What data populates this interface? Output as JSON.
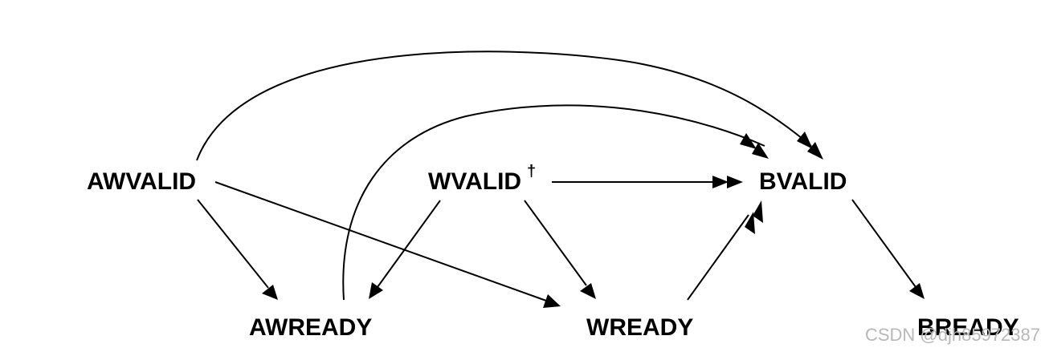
{
  "diagram": {
    "nodes": {
      "awvalid": "AWVALID",
      "awready": "AWREADY",
      "wvalid": "WVALID",
      "wvalid_sup": "†",
      "wready": "WREADY",
      "bvalid": "BVALID",
      "bready": "BREADY"
    },
    "edges": [
      {
        "from": "AWVALID",
        "to": "AWREADY",
        "style": "single-arrow"
      },
      {
        "from": "AWVALID",
        "to": "WREADY",
        "style": "single-arrow"
      },
      {
        "from": "AWVALID",
        "to": "BVALID",
        "style": "double-arrow"
      },
      {
        "from": "AWREADY",
        "to": "BVALID",
        "style": "double-arrow"
      },
      {
        "from": "WVALID",
        "to": "AWREADY",
        "style": "single-arrow"
      },
      {
        "from": "WVALID",
        "to": "WREADY",
        "style": "single-arrow"
      },
      {
        "from": "WVALID",
        "to": "BVALID",
        "style": "double-arrow"
      },
      {
        "from": "WREADY",
        "to": "BVALID",
        "style": "double-arrow"
      },
      {
        "from": "BVALID",
        "to": "BREADY",
        "style": "single-arrow"
      }
    ]
  },
  "watermark": "CSDN @djh85972387"
}
